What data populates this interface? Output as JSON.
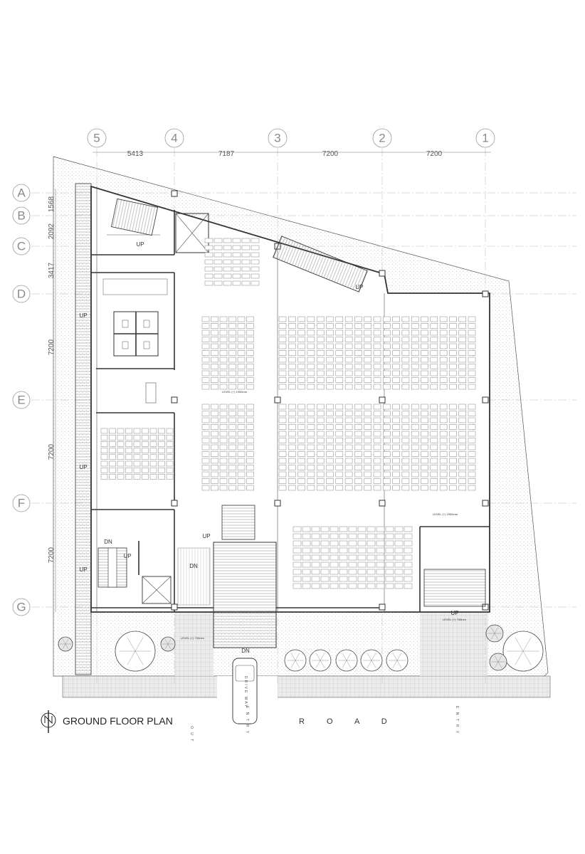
{
  "title": "GROUND FLOOR PLAN",
  "road_label": "R O A D",
  "column_grids": [
    "5",
    "4",
    "3",
    "2",
    "1"
  ],
  "row_grids": [
    "A",
    "B",
    "C",
    "D",
    "E",
    "F",
    "G"
  ],
  "horizontal_dimensions": [
    "5413",
    "7187",
    "7200",
    "7200"
  ],
  "vertical_dimensions": [
    "1568",
    "2092",
    "3417",
    "7200",
    "7200",
    "7200"
  ],
  "stair_labels": {
    "up_top_left": "UP",
    "up_diagonal": "UP",
    "up_left_upper": "UP",
    "up_left_middle": "UP",
    "up_left_lower": "UP",
    "dn_stair": "DN",
    "up_stair": "UP",
    "up_center": "UP",
    "dn_ramp": "DN",
    "dn_driveway": "DN",
    "up_right": "UP"
  },
  "levels": {
    "level_center": "LEVEL (+) 1950mm",
    "level_right": "LEVEL (+) 1950mm",
    "level_bottom_left": "LEVEL (+) 750mm",
    "level_bottom_right": "LEVEL (+) 750mm"
  },
  "annotations": {
    "drive_way": "DRIVE WAY",
    "entry_center": "E N T R Y",
    "entry_right": "E N T R Y",
    "out": "O U T"
  },
  "north_icon": "north-arrow-icon"
}
